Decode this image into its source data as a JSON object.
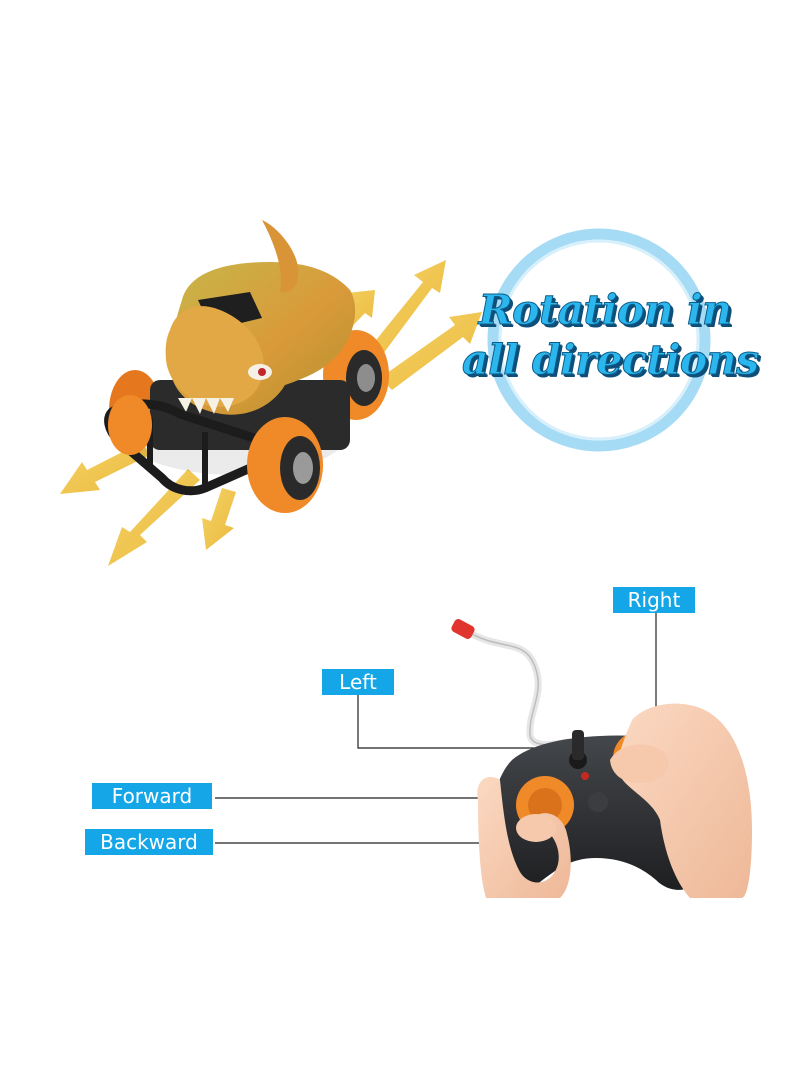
{
  "headline": {
    "line1": "Rotation in",
    "line2": "all directions"
  },
  "controls": {
    "right": "Right",
    "left": "Left",
    "forward": "Forward",
    "backward": "Backward"
  },
  "colors": {
    "accent_blue": "#15a6e8",
    "circle_blue": "#9fd7f4",
    "arrow_yellow": "#f2c64a",
    "wheel_orange": "#f08a28",
    "dino_green": "#b9a93c",
    "controller_dark": "#2e3033"
  }
}
